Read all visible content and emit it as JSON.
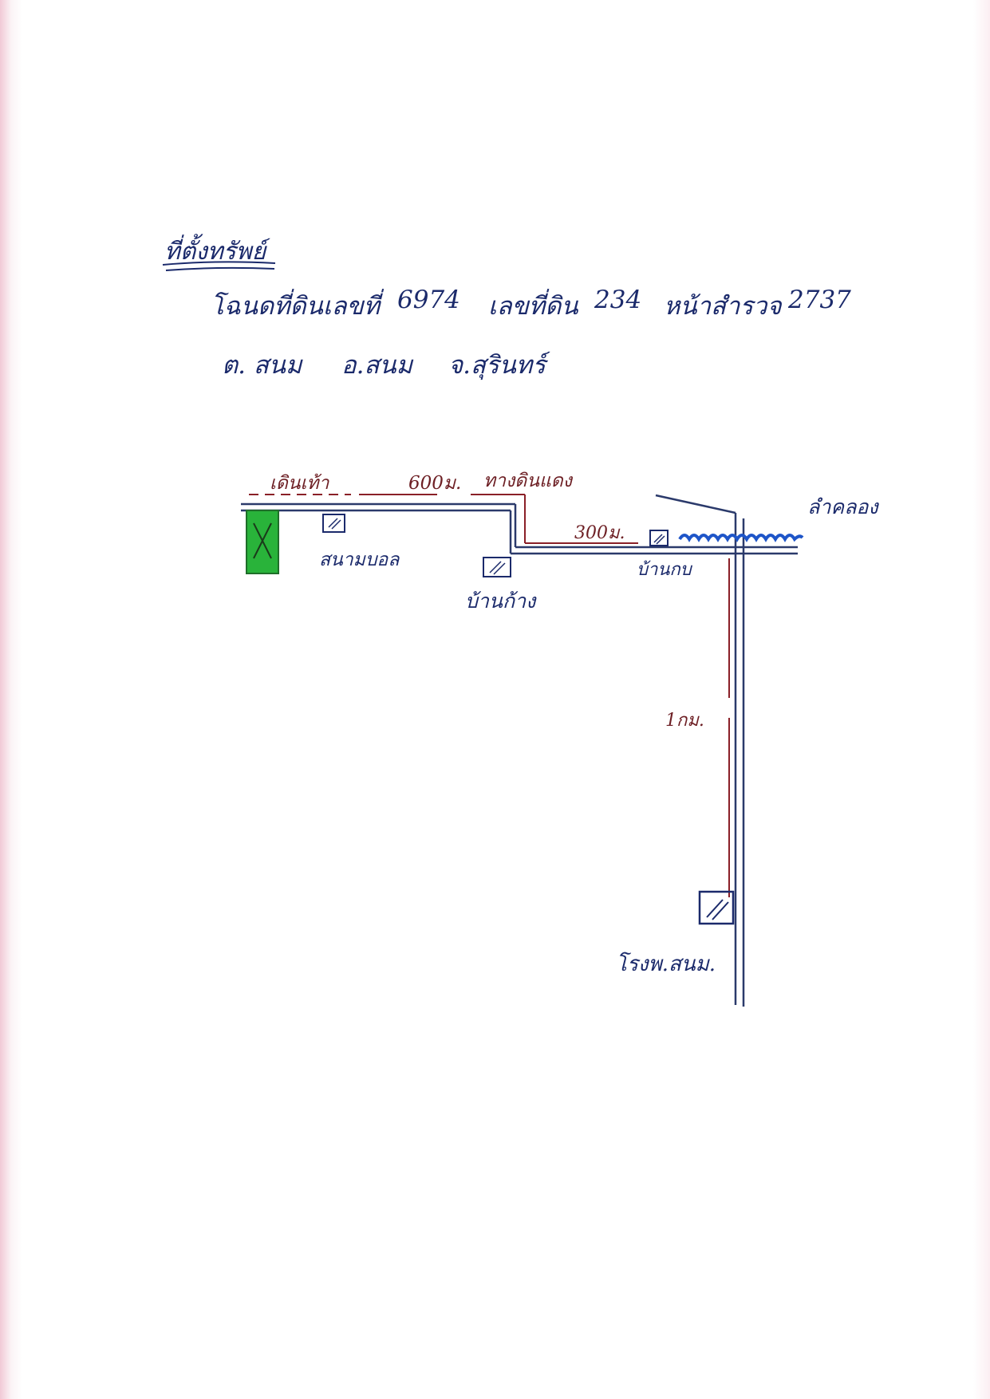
{
  "header": {
    "title": "ที่ตั้งทรัพย์",
    "deed_line": {
      "deed_label": "โฉนดที่ดินเลขที่",
      "deed_no": "6974",
      "land_no_label": "เลขที่ดิน",
      "land_no": "234",
      "survey_page_label": "หน้าสำรวจ",
      "survey_page": "2737"
    },
    "location_line": {
      "subdistrict": "ต. สนม",
      "district": "อ.สนม",
      "province": "จ.สุรินทร์"
    }
  },
  "map": {
    "labels": {
      "footpath": "เดินเท้า",
      "distance_600": "600ม.",
      "dirt_road": "ทางดินแดง",
      "distance_300": "300ม.",
      "canal": "ลำคลอง",
      "stadium": "สนามบอล",
      "house_kang": "บ้านก้าง",
      "house_kob": "บ้านกบ",
      "distance_1km": "1กม.",
      "hospital": "โรงพ.สนม."
    },
    "property_marker": "X",
    "colors": {
      "road_line": "#2b3a6b",
      "distance_line": "#8a1f27",
      "property_fill": "#29b33a",
      "canal": "#1e55c8"
    }
  }
}
